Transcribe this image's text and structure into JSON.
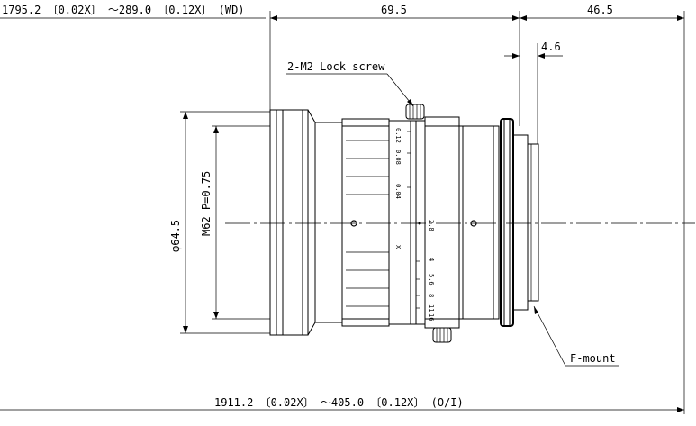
{
  "dims": {
    "top_left": "1795.2 〔0.02X〕 ～289.0 〔0.12X〕 (WD)",
    "top_mid": "69.5",
    "top_right": "46.5",
    "flange": "4.6",
    "bottom": "1911.2 〔0.02X〕 ～405.0 〔0.12X〕 (O/I)",
    "outer_dia": "φ64.5",
    "thread": "M62 P=0.75"
  },
  "callouts": {
    "lock_screw": "2-M2 Lock screw",
    "mount": "F-mount"
  },
  "scales": {
    "magnification": [
      "0.12",
      "0.08",
      "0.04"
    ],
    "x_mark": "X",
    "aperture": [
      "2.8",
      "4",
      "5.6",
      "8",
      "11",
      "16"
    ]
  }
}
